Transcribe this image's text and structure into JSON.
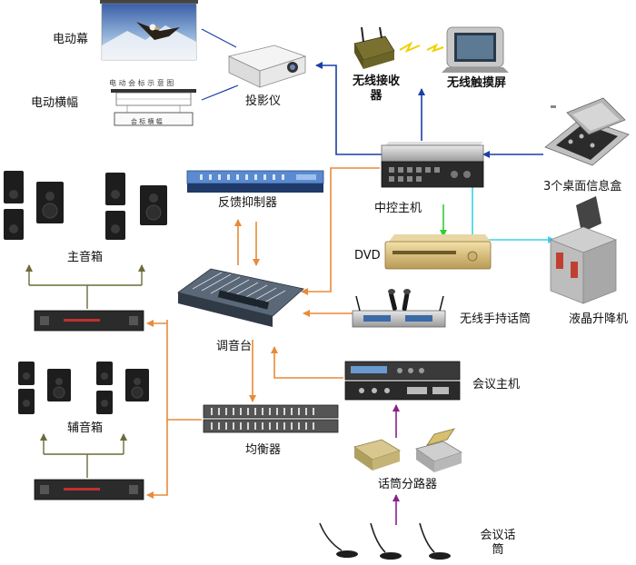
{
  "labels": {
    "screen": "电动幕",
    "banner": "电动横幅",
    "banner_caption": "电 动 会 标 示 意 图",
    "banner_tag": "会 标 横 幅",
    "projector": "投影仪",
    "wireless_receiver_l1": "无线接收",
    "wireless_receiver_l2": "器",
    "touch_screen": "无线触摸屏",
    "desk_info_box": "3个桌面信息盒",
    "feedback_suppressor": "反馈抑制器",
    "central_controller": "中控主机",
    "dvd": "DVD",
    "main_speakers": "主音箱",
    "mixer": "调音台",
    "wireless_mic": "无线手持话筒",
    "lcd_lift": "液晶升降机",
    "conference_host": "会议主机",
    "aux_speakers": "辅音箱",
    "equalizer": "均衡器",
    "mic_splitter": "话筒分路器",
    "conference_mic_l1": "会议话",
    "conference_mic_l2": "筒"
  },
  "colors": {
    "projector_signal": "#1a3fa8",
    "audio_line": "#e88a3a",
    "speaker_line": "#6b6b3a",
    "control_line": "#1a3fa8",
    "dvd_line": "#33cc33",
    "lcd_line": "#38d4e8",
    "mic_line": "#8a1f8a",
    "wireless_signal": "#f0d000"
  }
}
